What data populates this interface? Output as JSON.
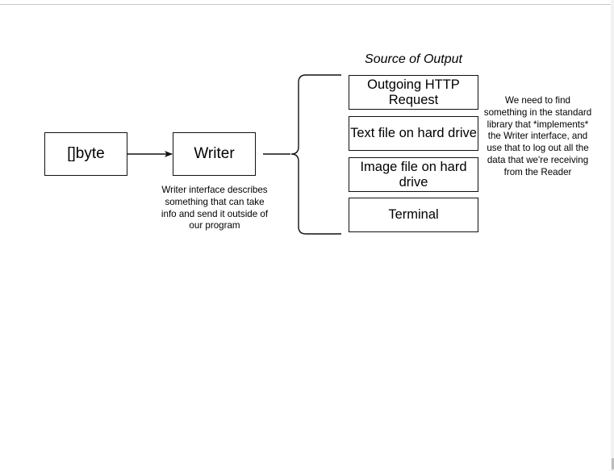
{
  "diagram": {
    "title": "Source of Output",
    "nodes": {
      "byte": "[]byte",
      "writer": "Writer"
    },
    "outputs": [
      "Outgoing HTTP Request",
      "Text file on hard drive",
      "Image file on hard drive",
      "Terminal"
    ],
    "notes": {
      "writer": "Writer interface describes something that can take info and send it outside of our program",
      "right": "We need to find something in the standard library that *implements* the Writer interface, and use that to log out all the data that we're receiving from the Reader"
    }
  },
  "colors": {
    "stroke": "#111111",
    "text": "#000000",
    "background": "#ffffff"
  }
}
